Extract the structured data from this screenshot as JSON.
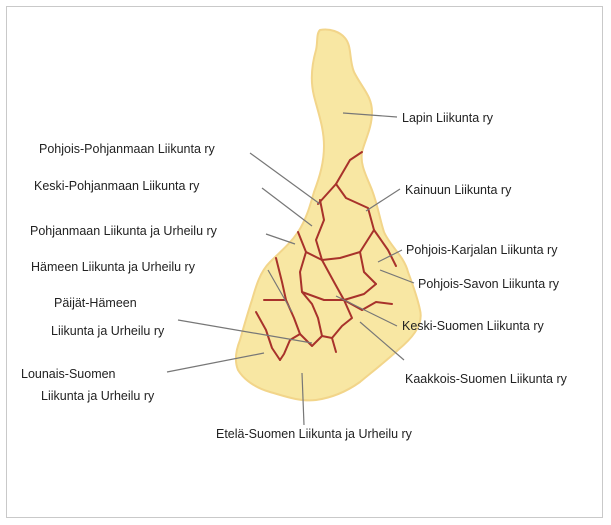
{
  "map": {
    "colors": {
      "land": "#f8e7a3",
      "land_edge": "#f2d58a",
      "borders": "#a8322b",
      "leaders": "#777777",
      "text": "#222222",
      "frame": "#c9c9c9"
    },
    "regions": [
      {
        "id": "lappi",
        "label_lines": [
          "Lapin Liikunta ry"
        ]
      },
      {
        "id": "pohjois-pohjanmaa",
        "label_lines": [
          "Pohjois-Pohjanmaan Liikunta ry"
        ]
      },
      {
        "id": "keski-pohjanmaa",
        "label_lines": [
          "Keski-Pohjanmaan Liikunta ry"
        ]
      },
      {
        "id": "kainuu",
        "label_lines": [
          "Kainuun Liikunta ry"
        ]
      },
      {
        "id": "pohjanmaa",
        "label_lines": [
          "Pohjanmaan Liikunta ja Urheilu ry"
        ]
      },
      {
        "id": "pohjois-karjala",
        "label_lines": [
          "Pohjois-Karjalan Liikunta ry"
        ]
      },
      {
        "id": "hame",
        "label_lines": [
          "Hämeen Liikunta ja Urheilu ry"
        ]
      },
      {
        "id": "pohjois-savo",
        "label_lines": [
          "Pohjois-Savon Liikunta ry"
        ]
      },
      {
        "id": "paijat-hame",
        "label_lines": [
          "Päijät-Hämeen",
          "Liikunta ja Urheilu ry"
        ]
      },
      {
        "id": "keski-suomi",
        "label_lines": [
          "Keski-Suomen Liikunta ry"
        ]
      },
      {
        "id": "lounais-suomi",
        "label_lines": [
          "Lounais-Suomen",
          "Liikunta ja Urheilu ry"
        ]
      },
      {
        "id": "kaakkois-suomi",
        "label_lines": [
          "Kaakkois-Suomen Liikunta ry"
        ]
      },
      {
        "id": "etela-suomi",
        "label_lines": [
          "Etelä-Suomen Liikunta ja Urheilu ry"
        ]
      }
    ]
  }
}
